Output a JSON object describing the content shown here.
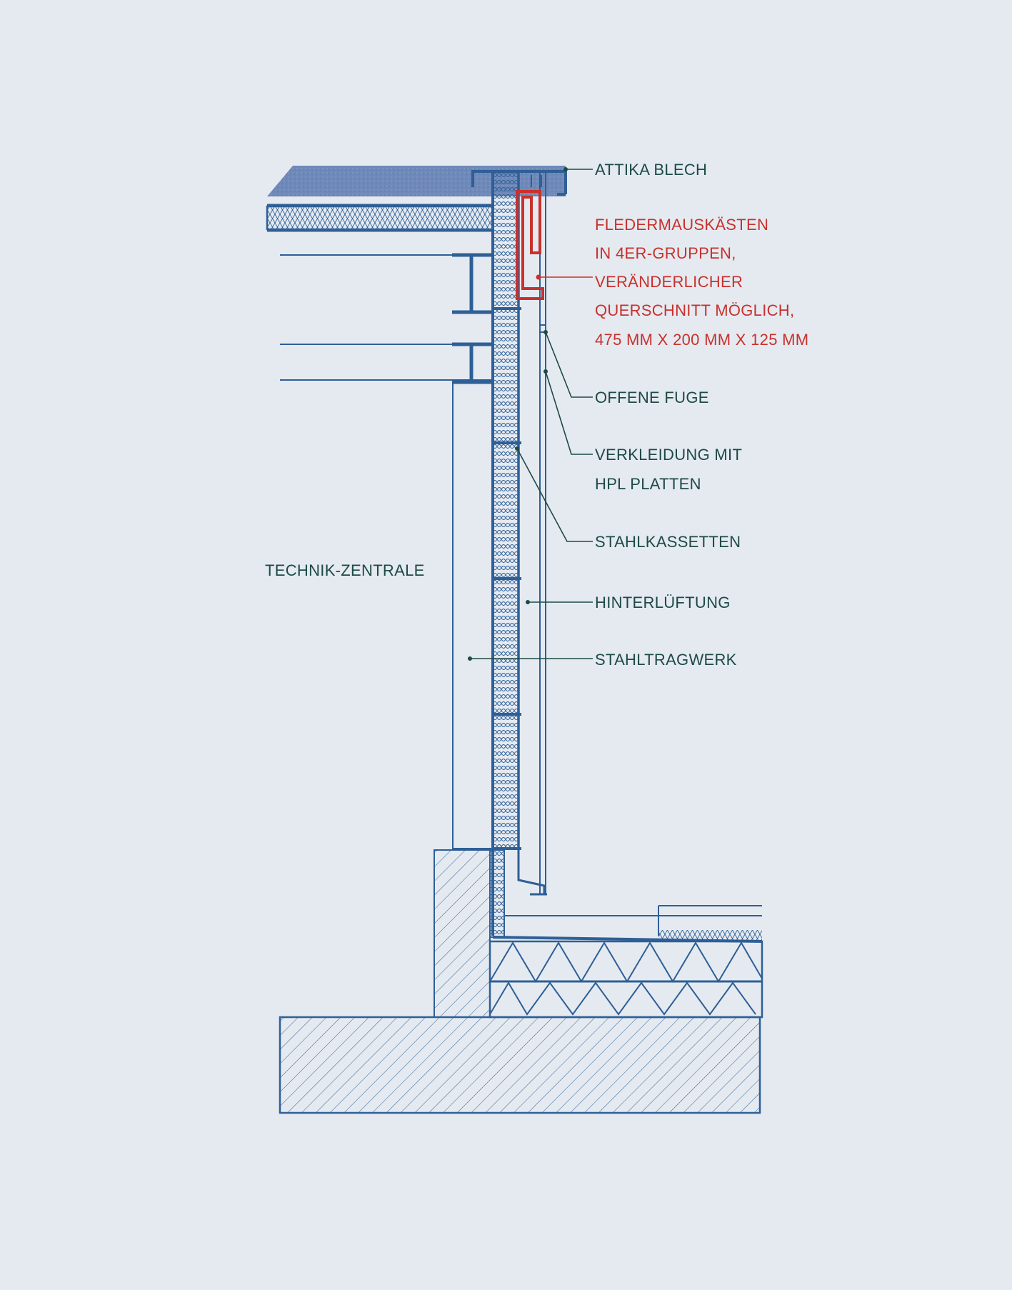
{
  "colors": {
    "background": "#e5eaf1",
    "structure_line": "#2e5f96",
    "roof_fill": "#6f89b9",
    "label_dark": "#1d4a44",
    "highlight_red": "#c8312c"
  },
  "labels": {
    "attika": "ATTIKA BLECH",
    "bat_box_line1": "FLEDERMAUSKÄSTEN",
    "bat_box_line2": "IN 4ER-GRUPPEN,",
    "bat_box_line3": "VERÄNDERLICHER",
    "bat_box_line4": "QUERSCHNITT MÖGLICH,",
    "bat_box_line5": "475 MM X 200 MM X 125 MM",
    "offene_fuge": "OFFENE FUGE",
    "verkleidung_line1": "VERKLEIDUNG MIT",
    "verkleidung_line2": "HPL PLATTEN",
    "stahlkassetten": "STAHLKASSETTEN",
    "hinterlueftung": "HINTERLÜFTUNG",
    "stahltragwerk": "STAHLTRAGWERK",
    "room": "TECHNIK-ZENTRALE"
  }
}
